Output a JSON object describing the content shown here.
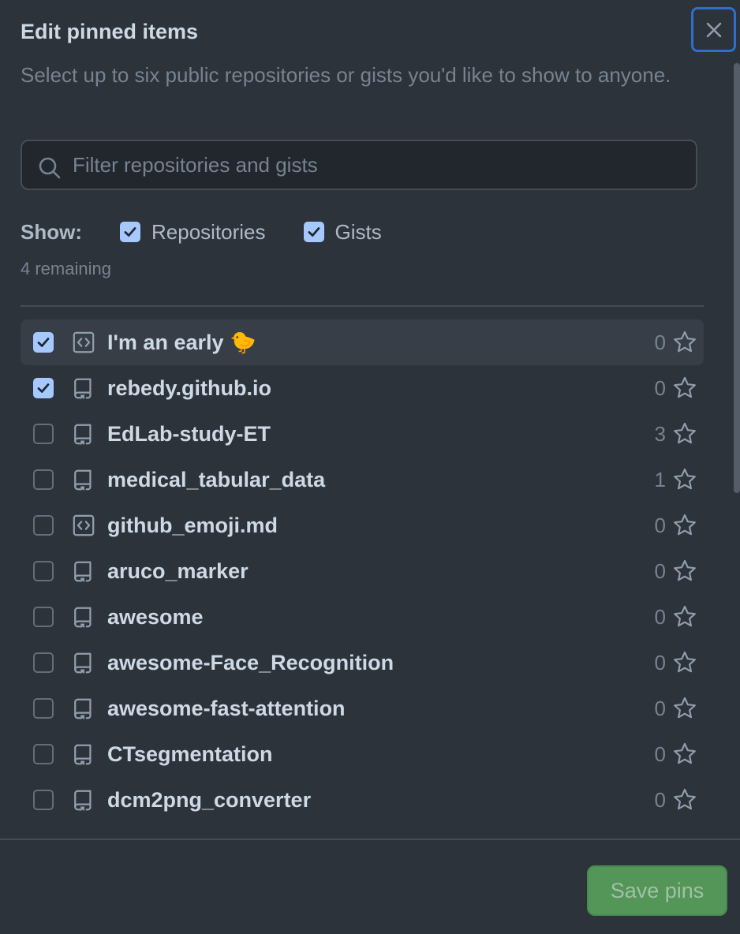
{
  "dialog": {
    "title": "Edit pinned items",
    "description": "Select up to six public repositories or gists you'd like to show to anyone.",
    "close_icon": "close-icon"
  },
  "filter": {
    "placeholder": "Filter repositories and gists",
    "value": "",
    "icon": "search-icon"
  },
  "show": {
    "label": "Show:",
    "options": [
      {
        "label": "Repositories",
        "checked": true
      },
      {
        "label": "Gists",
        "checked": true
      }
    ]
  },
  "remaining_text": "4 remaining",
  "items": [
    {
      "name": "I'm an early 🐤",
      "type": "gist",
      "stars": "0",
      "checked": true
    },
    {
      "name": "rebedy.github.io",
      "type": "repo",
      "stars": "0",
      "checked": true
    },
    {
      "name": "EdLab-study-ET",
      "type": "repo",
      "stars": "3",
      "checked": false
    },
    {
      "name": "medical_tabular_data",
      "type": "repo",
      "stars": "1",
      "checked": false
    },
    {
      "name": "github_emoji.md",
      "type": "gist",
      "stars": "0",
      "checked": false
    },
    {
      "name": "aruco_marker",
      "type": "repo",
      "stars": "0",
      "checked": false
    },
    {
      "name": "awesome",
      "type": "repo",
      "stars": "0",
      "checked": false
    },
    {
      "name": "awesome-Face_Recognition",
      "type": "repo",
      "stars": "0",
      "checked": false
    },
    {
      "name": "awesome-fast-attention",
      "type": "repo",
      "stars": "0",
      "checked": false
    },
    {
      "name": "CTsegmentation",
      "type": "repo",
      "stars": "0",
      "checked": false
    },
    {
      "name": "dcm2png_converter",
      "type": "repo",
      "stars": "0",
      "checked": false
    }
  ],
  "footer": {
    "save_label": "Save pins"
  },
  "colors": {
    "background": "#2d333b",
    "accent": "#316dca",
    "save_button": "#5aa85e",
    "checkbox_checked": "#a5c8ff"
  }
}
